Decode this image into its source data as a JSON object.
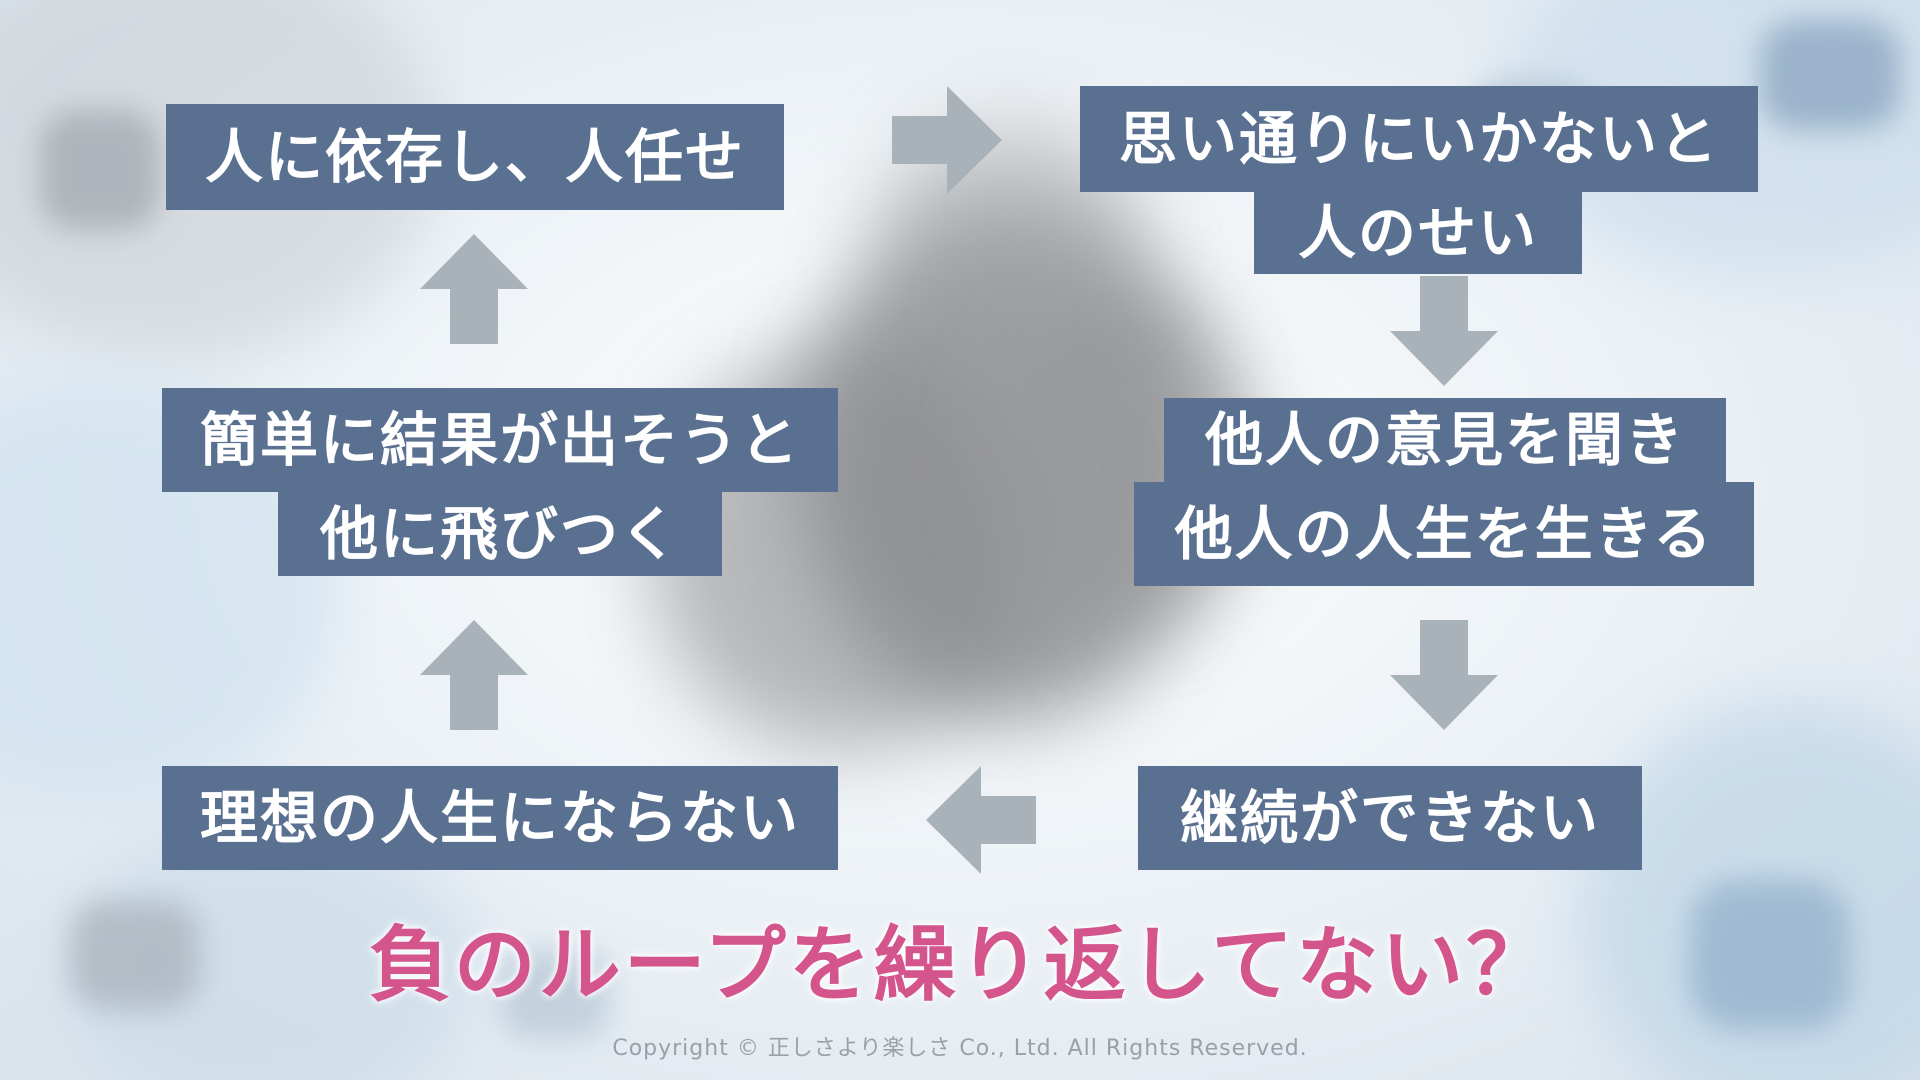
{
  "steps": {
    "depend": "人に依存し、人任せ",
    "blame_line1": "思い通りにいかないと",
    "blame_line2": "人のせい",
    "others_line1": "他人の意見を聞き",
    "others_line2": "他人の人生を生きる",
    "no_continue": "継続ができない",
    "not_ideal": "理想の人生にならない",
    "jump_line1": "簡単に結果が出そうと",
    "jump_line2": "他に飛びつく"
  },
  "tagline": "負のループを繰り返してない？",
  "copyright": "Copyright © 正しさより楽しさ Co., Ltd. All Rights Reserved.",
  "colors": {
    "box": "#5a7090",
    "arrow": "#a9b1b9",
    "tagline": "#d4548c"
  }
}
